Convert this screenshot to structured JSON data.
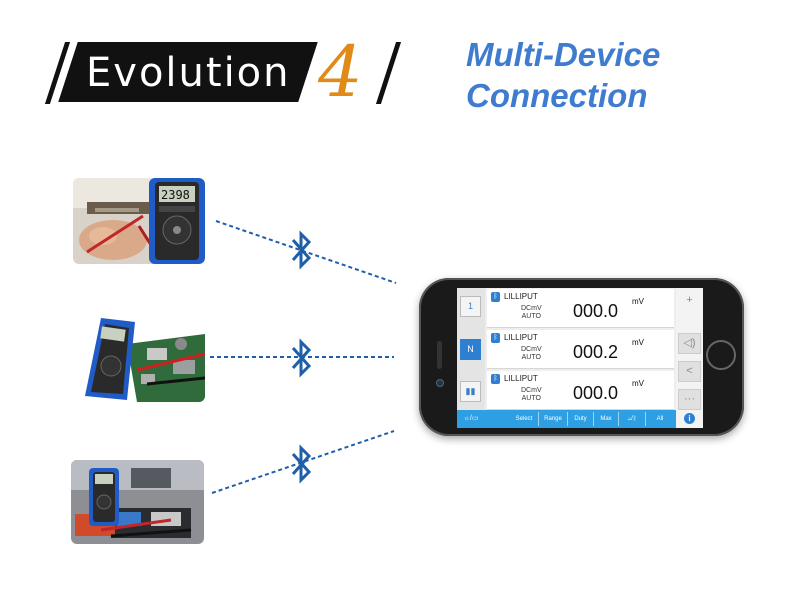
{
  "header": {
    "badge_text": "Evolution",
    "number": "4",
    "title_line1": "Multi-Device",
    "title_line2": "Connection"
  },
  "icons": [
    "bluetooth-icon",
    "bluetooth-icon",
    "bluetooth-icon"
  ],
  "app": {
    "devices": [
      {
        "name": "LILLIPUT",
        "mode_line1": "DCmV",
        "mode_line2": "AUTO",
        "value": "000.0",
        "unit": "mV"
      },
      {
        "name": "LILLIPUT",
        "mode_line1": "DCmV",
        "mode_line2": "AUTO",
        "value": "000.2",
        "unit": "mV"
      },
      {
        "name": "LILLIPUT",
        "mode_line1": "DCmV",
        "mode_line2": "AUTO",
        "value": "000.0",
        "unit": "mV"
      }
    ],
    "toolbar": [
      "Select",
      "Range",
      "Duty",
      "Max",
      "All"
    ]
  },
  "colors": {
    "accent_blue": "#3f7cd0",
    "number_orange": "#e08a17",
    "toolbar_blue": "#2f9fe3",
    "bluetooth_blue": "#1f5fa8"
  }
}
